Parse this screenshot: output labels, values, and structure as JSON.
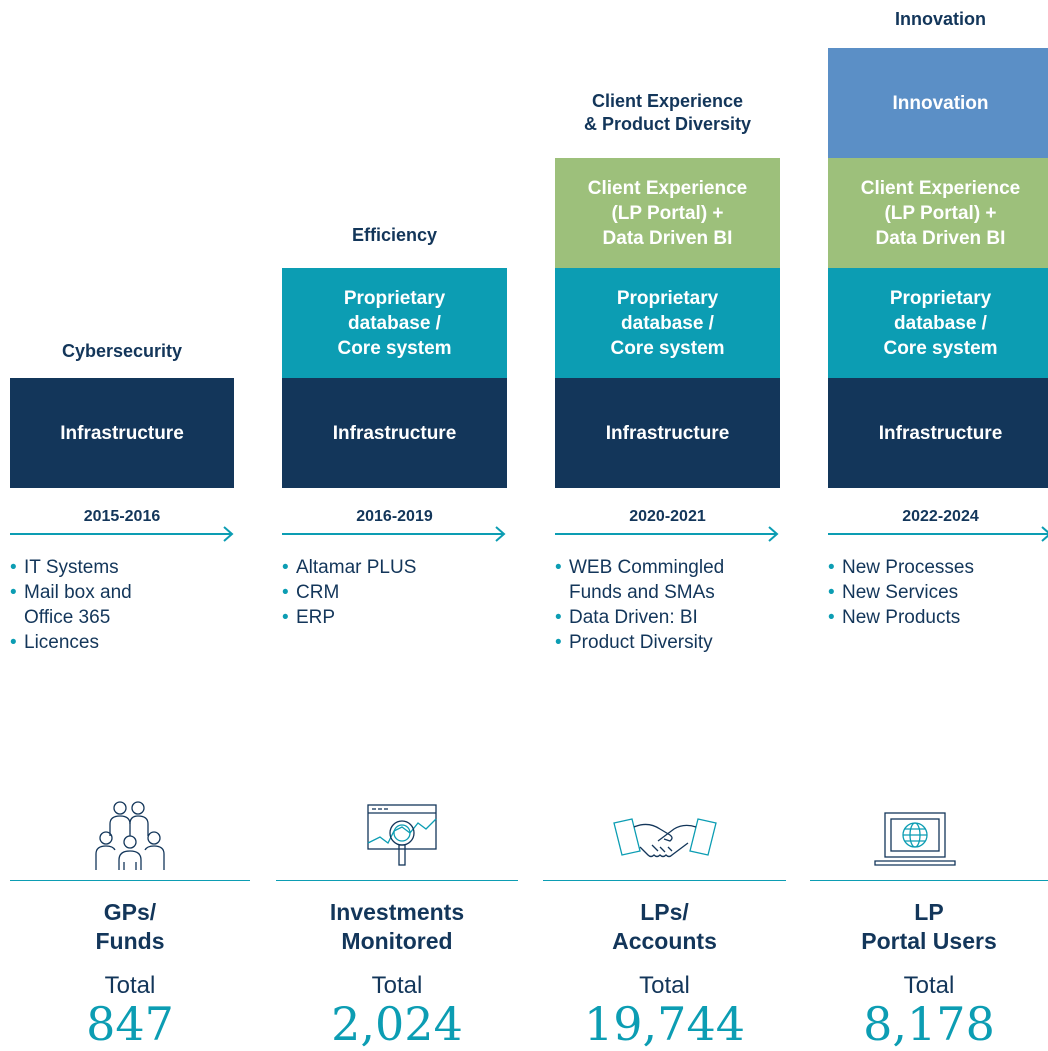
{
  "stages": [
    {
      "title": "Cybersecurity",
      "blocks": {
        "infrastructure": "Infrastructure"
      },
      "period": "2015-2016",
      "bullets": [
        "IT Systems",
        "Mail box and\nOffice 365",
        "Licences"
      ]
    },
    {
      "title": "Efficiency",
      "blocks": {
        "core": "Proprietary\ndatabase /\nCore system",
        "infrastructure": "Infrastructure"
      },
      "period": "2016-2019",
      "bullets": [
        "Altamar PLUS",
        "CRM",
        "ERP"
      ]
    },
    {
      "title": "Client Experience\n& Product Diversity",
      "blocks": {
        "client": "Client Experience\n(LP Portal) +\nData Driven  BI",
        "core": "Proprietary\ndatabase /\nCore system",
        "infrastructure": "Infrastructure"
      },
      "period": "2020-2021",
      "bullets": [
        "WEB Commingled\nFunds and SMAs",
        "Data Driven: BI",
        "Product Diversity"
      ]
    },
    {
      "title": "Innovation",
      "blocks": {
        "innovation": "Innovation",
        "client": "Client Experience\n(LP Portal) +\nData Driven  BI",
        "core": "Proprietary\ndatabase /\nCore system",
        "infrastructure": "Infrastructure"
      },
      "period": "2022-2024",
      "bullets": [
        "New Processes",
        "New Services",
        "New Products"
      ]
    }
  ],
  "metrics": [
    {
      "icon": "people-group-icon",
      "label": "GPs/\nFunds",
      "total_label": "Total",
      "value": "847"
    },
    {
      "icon": "chart-magnifier-icon",
      "label": "Investments\nMonitored",
      "total_label": "Total",
      "value": "2,024"
    },
    {
      "icon": "handshake-icon",
      "label": "LPs/\nAccounts",
      "total_label": "Total",
      "value": "19,744"
    },
    {
      "icon": "laptop-globe-icon",
      "label": "LP\nPortal Users",
      "total_label": "Total",
      "value": "8,178"
    }
  ],
  "colors": {
    "navy": "#13365a",
    "teal": "#0c9db3",
    "green": "#9dc07b",
    "blue": "#5b8fc6"
  }
}
